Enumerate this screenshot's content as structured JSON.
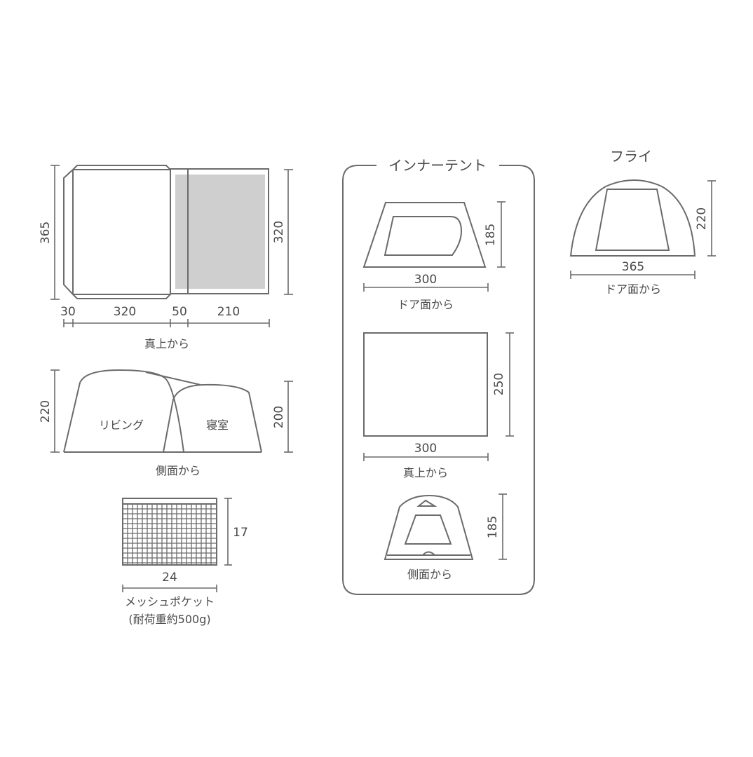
{
  "overall": {
    "top_view": {
      "caption": "真上から",
      "depth_label": "365",
      "bedroom_depth_label": "320",
      "widths": [
        "30",
        "320",
        "50",
        "210"
      ]
    },
    "side_view": {
      "caption": "側面から",
      "living_height_label": "220",
      "bedroom_height_label": "200",
      "living_label": "リビング",
      "bedroom_label": "寝室"
    },
    "mesh_pocket": {
      "caption_line1": "メッシュポケット",
      "caption_line2": "(耐荷重約500g)",
      "width_label": "24",
      "height_label": "17"
    }
  },
  "inner_tent": {
    "title": "インナーテント",
    "door_view": {
      "caption": "ドア面から",
      "width_label": "300",
      "height_label": "185"
    },
    "top_view": {
      "caption": "真上から",
      "width_label": "300",
      "depth_label": "250"
    },
    "side_view": {
      "caption": "側面から",
      "height_label": "185"
    }
  },
  "fly": {
    "title": "フライ",
    "door_view": {
      "caption": "ドア面から",
      "width_label": "365",
      "height_label": "220"
    }
  },
  "colors": {
    "line": "#6b6b6b",
    "text": "#4a4a4a",
    "bedroom_fill": "#cfcfcf",
    "background": "#ffffff"
  }
}
